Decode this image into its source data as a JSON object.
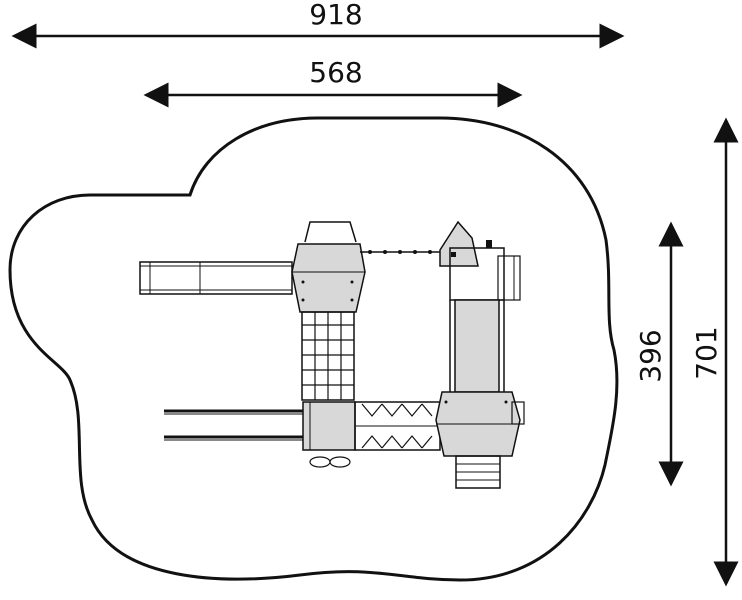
{
  "dimensions": {
    "total_width": "918",
    "inner_width": "568",
    "inner_height": "396",
    "total_height": "701"
  },
  "colors": {
    "stroke": "#111111",
    "component_fill": "#d8d8d8",
    "background": "#ffffff"
  }
}
